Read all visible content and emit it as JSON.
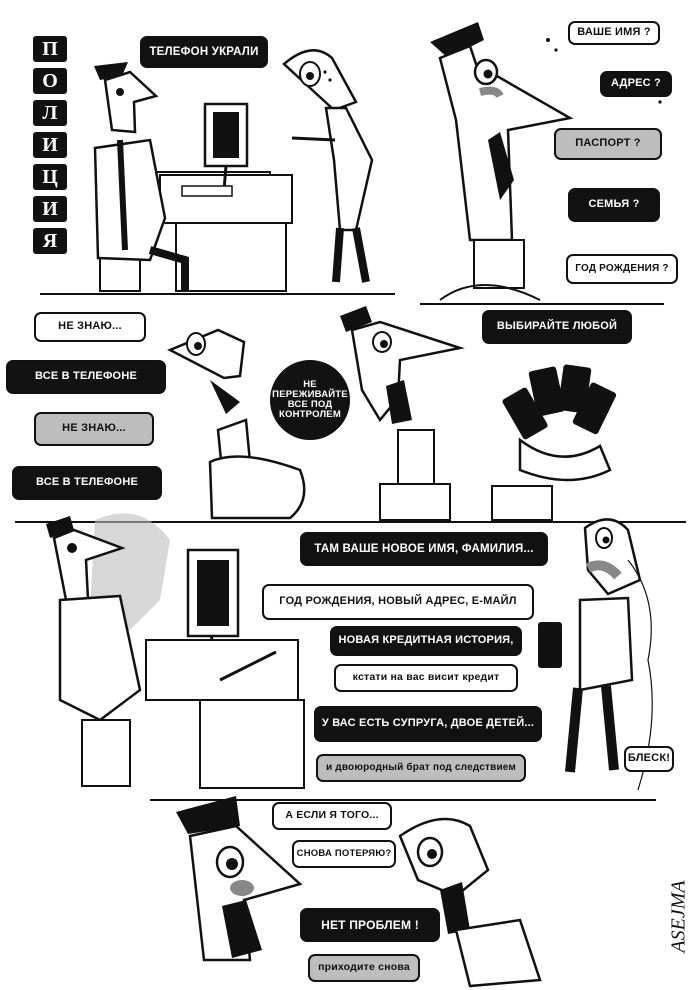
{
  "title_vertical": [
    "П",
    "О",
    "Л",
    "И",
    "Ц",
    "И",
    "Я"
  ],
  "signature": "ASEJMA",
  "panel1": {
    "speech": "ТЕЛЕФОН УКРАЛИ"
  },
  "panel2": {
    "questions": [
      "ВАШЕ ИМЯ ?",
      "АДРЕС ?",
      "ПАСПОРТ ?",
      "СЕМЬЯ ?",
      "ГОД РОЖДЕНИЯ ?"
    ]
  },
  "panel3": {
    "left": [
      "НЕ ЗНАЮ...",
      "ВСЕ В ТЕЛЕФОНЕ",
      "НЕ ЗНАЮ...",
      "ВСЕ В ТЕЛЕФОНЕ"
    ],
    "circle": "НЕ ПЕРЕЖИВАЙТЕ ВСЕ ПОД КОНТРОЛЕМ",
    "choose": "ВЫБИРАЙТЕ ЛЮБОЙ"
  },
  "panel4": {
    "lines": [
      "ТАМ ВАШЕ НОВОЕ ИМЯ, ФАМИЛИЯ...",
      "ГОД РОЖДЕНИЯ, НОВЫЙ АДРЕС, Е-МАЙЛ",
      "НОВАЯ КРЕДИТНАЯ ИСТОРИЯ,",
      "кстати на вас висит кредит",
      "У ВАС ЕСТЬ СУПРУГА, ДВОЕ ДЕТЕЙ...",
      "и двоюродный брат под следствием"
    ],
    "reply": "БЛЕСК!"
  },
  "panel5": {
    "lines": [
      "А ЕСЛИ Я ТОГО...",
      "СНОВА потеряю?",
      "НЕТ ПРОБЛЕМ !",
      "приходите снова"
    ]
  }
}
